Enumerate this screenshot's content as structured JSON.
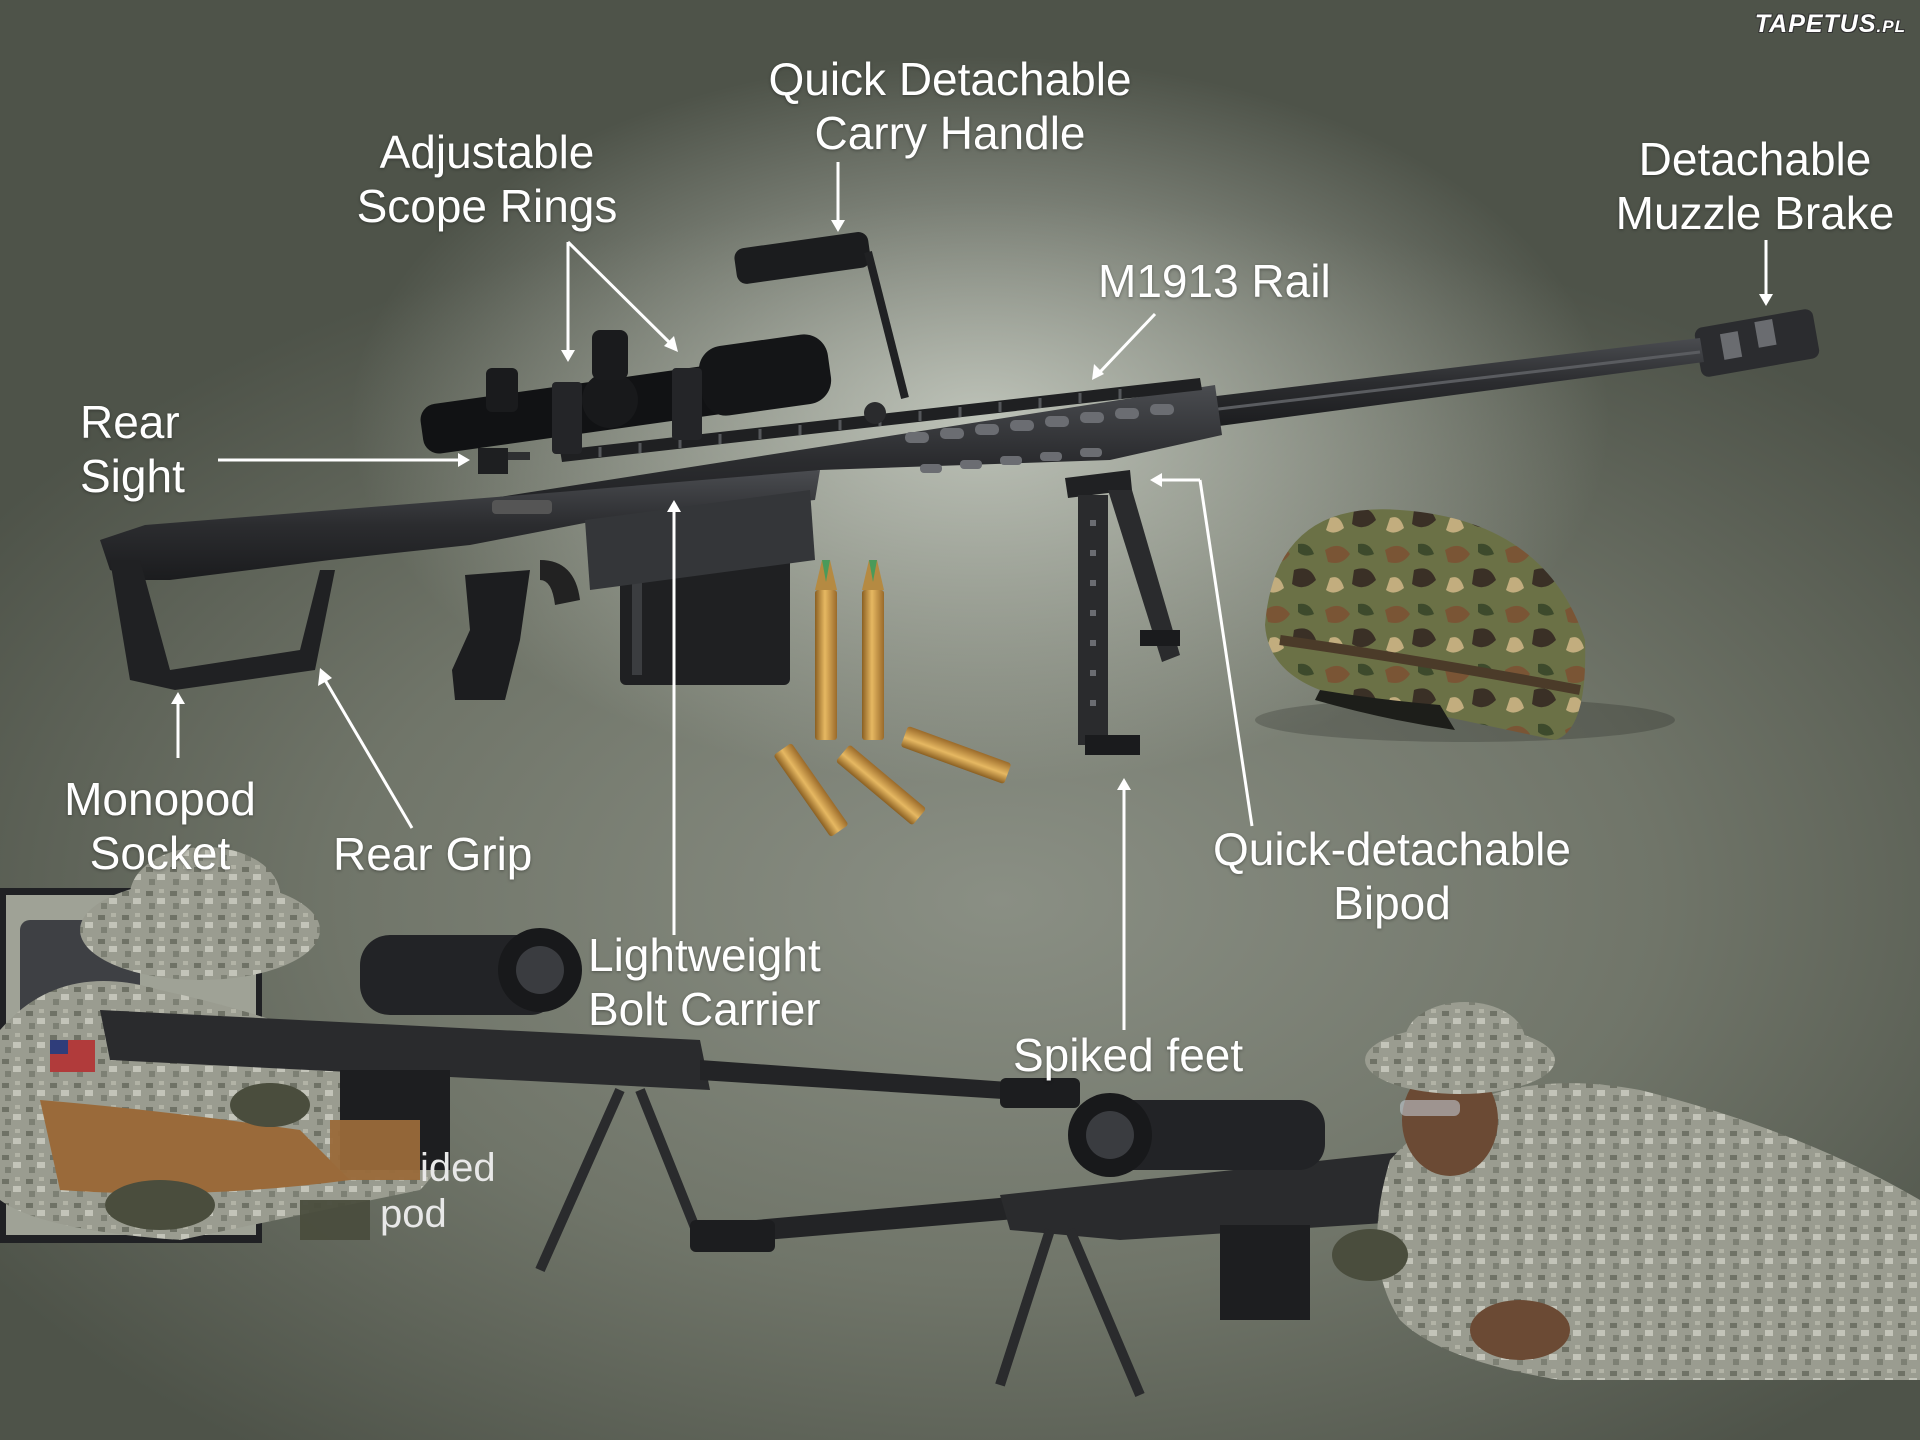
{
  "watermark": {
    "main": "TAPETUS",
    "suffix": ".PL"
  },
  "labels": {
    "carry_handle": [
      "Quick Detachable",
      "Carry Handle"
    ],
    "scope_rings": [
      "Adjustable",
      "Scope Rings"
    ],
    "muzzle_brake": [
      "Detachable",
      "Muzzle Brake"
    ],
    "rail": [
      "M1913 Rail"
    ],
    "rear_sight": [
      "Rear",
      "Sight"
    ],
    "monopod_socket": [
      "Monopod",
      "Socket"
    ],
    "rear_grip": [
      "Rear Grip"
    ],
    "bolt_carrier": [
      "Lightweight",
      "Bolt Carrier"
    ],
    "bipod": [
      "Quick-detachable",
      "Bipod"
    ],
    "spiked_feet": [
      "Spiked feet"
    ],
    "obscured": [
      "ided",
      "pod"
    ]
  },
  "colors": {
    "background_dark": "#4e5349",
    "background_light": "#cfd3c8",
    "label_text": "#ffffff",
    "rifle_body": "#2a2b2d",
    "brass": "#c9973f",
    "camo_green": "#5d6b45",
    "camo_brown": "#7a5535",
    "acu_gray": "#9a9c90"
  }
}
